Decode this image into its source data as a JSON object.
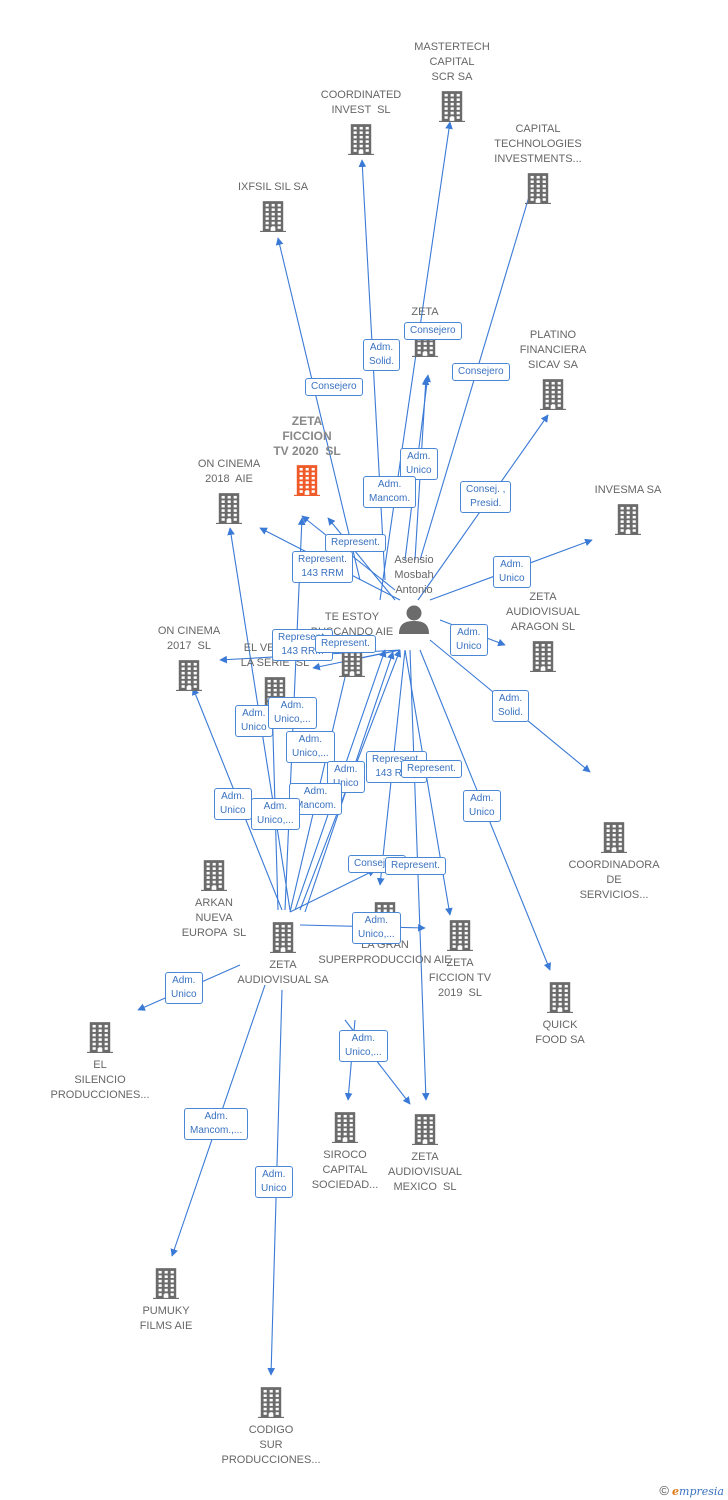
{
  "center": {
    "name": "Asensio\nMosbah\nAntonio"
  },
  "companies": [
    {
      "id": "mastertech",
      "name": "MASTERTECH\nCAPITAL\nSCR SA"
    },
    {
      "id": "coordinated",
      "name": "COORDINATED\nINVEST  SL"
    },
    {
      "id": "capital_tech",
      "name": "CAPITAL\nTECHNOLOGIES\nINVESTMENTS..."
    },
    {
      "id": "ixfsil",
      "name": "IXFSIL SIL SA"
    },
    {
      "id": "zeta",
      "name": "ZETA"
    },
    {
      "id": "platino",
      "name": "PLATINO\nFINANCIERA\nSICAV SA"
    },
    {
      "id": "zeta_ficcion_2020",
      "name": "ZETA\nFICCION\nTV 2020  SL"
    },
    {
      "id": "on_cinema_2018",
      "name": "ON CINEMA\n2018  AIE"
    },
    {
      "id": "invesma",
      "name": "INVESMA SA"
    },
    {
      "id": "te_estoy",
      "name": "TE ESTOY\nBUSCANDO AIE"
    },
    {
      "id": "zeta_aragon",
      "name": "ZETA\nAUDIOVISUAL\nARAGON SL"
    },
    {
      "id": "on_cinema_2017",
      "name": "ON CINEMA\n2017  SL"
    },
    {
      "id": "el_verano",
      "name": "EL VERANO\nLA SERIE  SL"
    },
    {
      "id": "coordinadora",
      "name": "COORDINADORA\nDE\nSERVICIOS..."
    },
    {
      "id": "arkan",
      "name": "ARKAN\nNUEVA\nEUROPA  SL"
    },
    {
      "id": "zeta_audiovisual",
      "name": "ZETA\nAUDIOVISUAL SA"
    },
    {
      "id": "la_gran",
      "name": "LA GRAN\nSUPERPRODUCCION AIE"
    },
    {
      "id": "zeta_ficcion_2019",
      "name": "ZETA\nFICCION TV\n2019  SL"
    },
    {
      "id": "quick_food",
      "name": "QUICK\nFOOD SA"
    },
    {
      "id": "el_silencio",
      "name": "EL\nSILENCIO\nPRODUCCIONES..."
    },
    {
      "id": "siroco",
      "name": "SIROCO\nCAPITAL\nSOCIEDAD..."
    },
    {
      "id": "zeta_mexico",
      "name": "ZETA\nAUDIOVISUAL\nMEXICO  SL"
    },
    {
      "id": "pumuky",
      "name": "PUMUKY\nFILMS AIE"
    },
    {
      "id": "codigo_sur",
      "name": "CODIGO\nSUR\nPRODUCCIONES..."
    }
  ],
  "relations": [
    {
      "label": "Consejero"
    },
    {
      "label": "Adm.\nSolid."
    },
    {
      "label": "Consejero"
    },
    {
      "label": "Consejero"
    },
    {
      "label": "Adm.\nUnico"
    },
    {
      "label": "Adm.\nMancom."
    },
    {
      "label": "Consej. ,\nPresid."
    },
    {
      "label": "Represent."
    },
    {
      "label": "Represent.\n143 RRM"
    },
    {
      "label": "Adm.\nUnico"
    },
    {
      "label": "Represent.\n143 RRM"
    },
    {
      "label": "Represent."
    },
    {
      "label": "Adm.\nUnico"
    },
    {
      "label": "Adm.\nUnico"
    },
    {
      "label": "Adm.\nUnico,..."
    },
    {
      "label": "Adm.\nSolid."
    },
    {
      "label": "Adm.\nUnico,..."
    },
    {
      "label": "Adm.\nUnico"
    },
    {
      "label": "Represent.\n143 RRM"
    },
    {
      "label": "Represent."
    },
    {
      "label": "Adm.\nUnico"
    },
    {
      "label": "Adm.\nMancom."
    },
    {
      "label": "Adm.\nUnico"
    },
    {
      "label": "Adm.\nUnico,..."
    },
    {
      "label": "Consejero"
    },
    {
      "label": "Represent."
    },
    {
      "label": "Adm.\nUnico,..."
    },
    {
      "label": "Adm.\nUnico"
    },
    {
      "label": "Adm.\nUnico,..."
    },
    {
      "label": "Adm.\nMancom.,..."
    },
    {
      "label": "Adm.\nUnico"
    }
  ],
  "footer": {
    "copyright": "©",
    "brand_first": "e",
    "brand_rest": "mpresia"
  },
  "colors": {
    "edge": "#3a7ad6",
    "building": "#6b6b6b",
    "focus_building": "#f05a28",
    "person": "#6b6b6b"
  }
}
